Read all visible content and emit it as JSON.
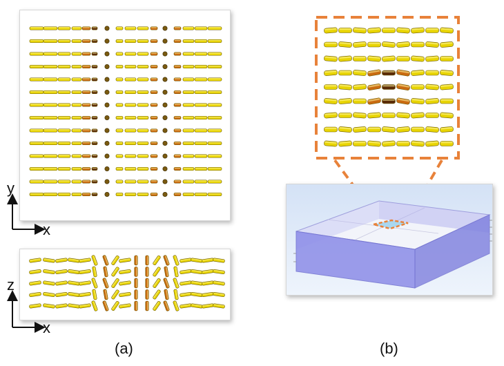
{
  "figure": {
    "panel_a": {
      "caption": "(a)",
      "top_view": {
        "axes": {
          "vertical": "y",
          "horizontal": "x"
        },
        "rows": 14
      },
      "side_view": {
        "axes": {
          "vertical": "z",
          "horizontal": "x"
        },
        "rows": 5
      }
    },
    "panel_b": {
      "caption": "(b)",
      "zoom_rows": 9
    },
    "colors": {
      "rod_yellow": "#e8d400",
      "rod_orange": "#c96a10",
      "rod_dark": "#5a2a05",
      "highlight_dash": "#e8823a",
      "box_fill": "#8d8de8",
      "box_bg": "#e4eefb"
    }
  }
}
